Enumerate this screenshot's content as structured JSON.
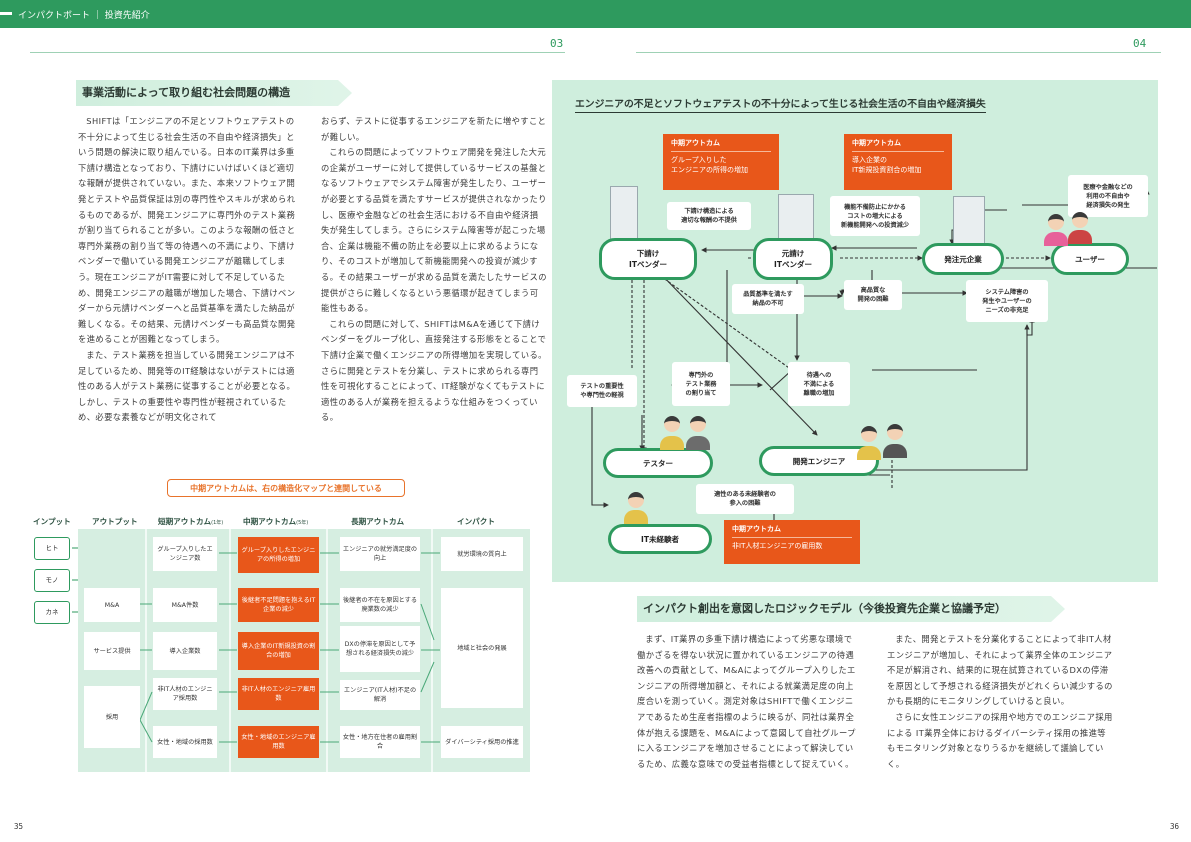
{
  "header": {
    "title": "インパクトボート ｜ 投資先紹介"
  },
  "left_page": {
    "page_number": "03",
    "section_title": "事業活動によって取り組む社会問題の構造",
    "col1": [
      "SHIFTは「エンジニアの不足とソフトウェアテストの不十分によって生じる社会生活の不自由や経済損失」という問題の解決に取り組んでいる。日本のIT業界は多重下請け構造となっており、下請けにいけばいくほど適切な報酬が提供されていない。また、本来ソフトウェア開発とテストや品質保証は別の専門性やスキルが求められるものであるが、開発エンジニアに専門外のテスト業務が割り当てられることが多い。このような報酬の低さと専門外業務の割り当て等の待遇への不満により、下請けベンダーで働いている開発エンジニアが離職してしまう。現在エンジニアがIT需要に対して不足しているため、開発エンジニアの離職が増加した場合、下請けベンダーから元請けベンダーへと品質基準を満たした納品が難しくなる。その結果、元請けベンダーも高品質な開発を進めることが困難となってしまう。",
      "また、テスト業務を担当している開発エンジニアは不足しているため、開発等のIT経験はないがテストには適性のある人がテスト業務に従事することが必要となる。しかし、テストの重要性や専門性が軽視されているため、必要な素養などが明文化されて"
    ],
    "col2": [
      "おらず、テストに従事するエンジニアを新たに増やすことが難しい。",
      "これらの問題によってソフトウェア開発を発注した大元の企業がユーザーに対して提供しているサービスの基盤となるソフトウェアでシステム障害が発生したり、ユーザーが必要とする品質を満たすサービスが提供されなかったりし、医療や金融などの社会生活における不自由や経済損失が発生してしまう。さらにシステム障害等が起こった場合、企業は機能不備の防止を必要以上に求めるようになり、そのコストが増加して新機能開発への投資が減少する。その結果ユーザーが求める品質を満たしたサービスの提供がさらに難しくなるという悪循環が起きてしまう可能性もある。",
      "これらの問題に対して、SHIFTはM&Aを通じて下請けベンダーをグループ化し、直接発注する形態をとることで下請け企業で働くエンジニアの所得増加を実現している。さらに開発とテストを分業し、テストに求められる専門性を可視化することによって、IT経験がなくてもテストに適性のある人が業務を担えるような仕組みをつくっている。"
    ],
    "logic_model": {
      "tag": "中期アウトカムは、右の構造化マップと連関している",
      "headers": {
        "input": "インプット",
        "output": "アウトプット",
        "short": "短期アウトカム",
        "short_note": "(1年)",
        "mid": "中期アウトカム",
        "mid_note": "(5年)",
        "long": "長期アウトカム",
        "impact": "インパクト"
      },
      "inputs": [
        "ヒト",
        "モノ",
        "カネ"
      ],
      "outputs": [
        "M&A",
        "サービス提供",
        "採用"
      ],
      "short": [
        "グループ入りしたエンジニア数",
        "M&A件数",
        "導入企業数",
        "非IT人材のエンジニア採用数",
        "女性・地域の採用数"
      ],
      "mid": [
        "グループ入りしたエンジニアの所得の増加",
        "後継者不足問題を抱えるIT企業の減少",
        "導入企業のIT新規投資の割合の増加",
        "非IT人材のエンジニア雇用数",
        "女性・地域のエンジニア雇用数"
      ],
      "long": [
        "エンジニアの就労満足度の向上",
        "後継者の不在を原因とする廃業数の減少",
        "DXの停滞を原因として予想される経済損失の減少",
        "エンジニア(IT人材)不足の解消",
        "女性・地方在住者の雇用割合"
      ],
      "impact": [
        "就労環境の質向上",
        "地域と社会の発展",
        "ダイバーシティ採用の推進"
      ]
    },
    "footer": "35"
  },
  "right_page": {
    "page_number": "04",
    "diagram": {
      "title": "エンジニアの不足とソフトウェアテストの不十分によって生じる社会生活の不自由や経済損失",
      "nodes": {
        "sub": "下請け\nITベンダー",
        "prime": "元請け\nITベンダー",
        "client": "発注元企業",
        "user": "ユーザー",
        "tester": "テスター",
        "dev": "開発エンジニア",
        "novice": "IT未経験者"
      },
      "notes": {
        "n1": "下請け構造による\n適切な報酬の不提供",
        "n2": "機能不備防止にかかる\nコストの増大による\n新機能開発への投資減少",
        "n3": "医療や金融などの\n利用の不自由や\n経済損失の発生",
        "n4": "品質基準を満たす\n納品の不可",
        "n5": "高品質な\n開発の困難",
        "n6": "システム障害の\n発生やユーザーの\nニーズの非充足",
        "n7": "テストの重要性\nや専門性の軽視",
        "n8": "専門外の\nテスト業務\nの割り当て",
        "n9": "待遇への\n不満による\n離職の増加",
        "n10": "適性のある未経験者の\n参入の困難"
      },
      "mid_outcomes": [
        {
          "head": "中期アウトカム",
          "body": "グループ入りした\nエンジニアの所得の増加"
        },
        {
          "head": "中期アウトカム",
          "body": "導入企業の\nIT新規投資割合の増加"
        },
        {
          "head": "中期アウトカム",
          "body": "非IT人材エンジニアの雇用数"
        }
      ]
    },
    "section_title": "インパクト創出を意図したロジックモデル（今後投資先企業と協議予定）",
    "col1": "まず、IT業界の多重下請け構造によって劣悪な環境で働かざるを得ない状況に置かれているエンジニアの待遇改善への貢献として、M&Aによってグループ入りしたエンジニアの所得増加額と、それによる就業満足度の向上度合いを測っていく。測定対象はSHIFTで働くエンジニアであるため生産者指標のように映るが、同社は業界全体が抱える課題を、M&Aによって意図して自社グループに入るエンジニアを増加させることによって解決しているため、広義な意味での受益者指標として捉えていく。",
    "col2": [
      "また、開発とテストを分業化することによって非IT人材エンジニアが増加し、それによって業界全体のエンジニア不足が解消され、結果的に現在試算されているDXの停滞を原因として予想される経済損失がどれくらい減少するのかも長期的にモニタリングしていけると良い。",
      "さらに女性エンジニアの採用や地方でのエンジニア採用による IT業界全体におけるダイバーシティ採用の推進等もモニタリング対象となりうるかを継続して議論していく。"
    ],
    "footer": "36"
  }
}
